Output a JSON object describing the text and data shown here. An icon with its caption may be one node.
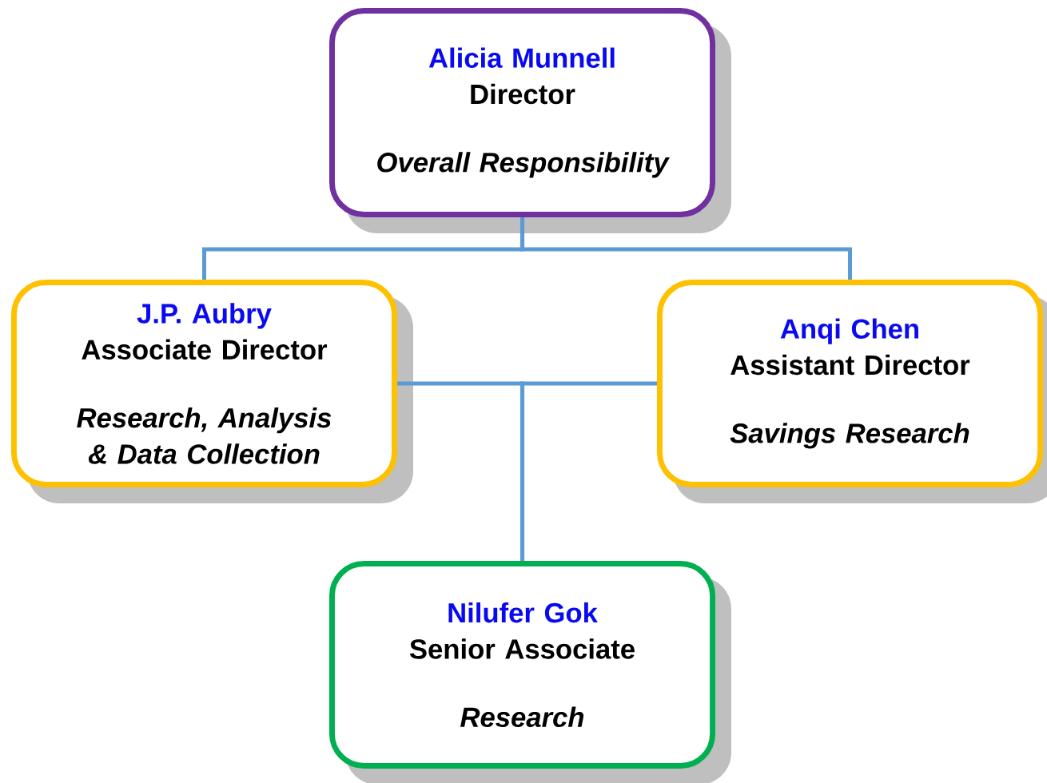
{
  "diagram": {
    "nodes": [
      {
        "text": [
          "Alicia Munnell",
          "Director",
          "Overall Responsibility"
        ]
      },
      {
        "text": [
          "J.P. Aubry",
          "Associate Director",
          "Research, Analysis & Data Collection"
        ]
      },
      {
        "text": [
          "Anqi Chen",
          "Assistant Director",
          "Savings Research"
        ]
      },
      {
        "text": [
          "Nilufer Gok",
          "Senior Associate",
          "Research"
        ]
      }
    ],
    "edges": [
      {
        "from": 0,
        "to": 1,
        "arrow": "none"
      },
      {
        "from": 0,
        "to": 2,
        "arrow": "none"
      },
      {
        "from": 1,
        "to": 3,
        "arrow": "none"
      },
      {
        "from": 2,
        "to": 3,
        "arrow": "none"
      }
    ]
  }
}
